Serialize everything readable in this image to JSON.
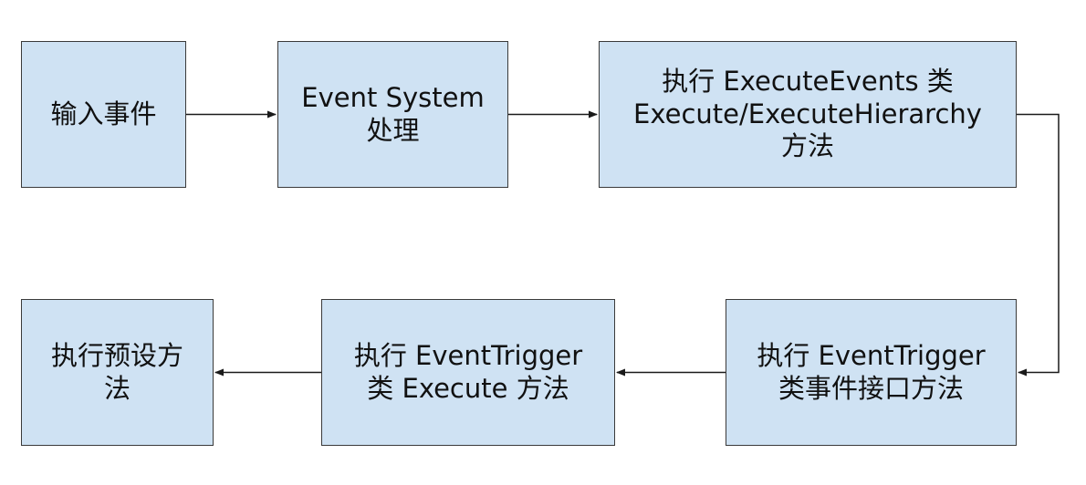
{
  "nodes": [
    {
      "id": "input-events",
      "label": "输入事件"
    },
    {
      "id": "event-system",
      "label": "Event System\n处理"
    },
    {
      "id": "execute-events",
      "label": "执行 ExecuteEvents 类\nExecute/ExecuteHierarchy\n方法"
    },
    {
      "id": "eventtrigger-interface",
      "label": "执行 EventTrigger\n类事件接口方法"
    },
    {
      "id": "eventtrigger-execute",
      "label": "执行 EventTrigger\n类 Execute 方法"
    },
    {
      "id": "preset-method",
      "label": "执行预设方\n法"
    }
  ],
  "edges": [
    {
      "from": "input-events",
      "to": "event-system"
    },
    {
      "from": "event-system",
      "to": "execute-events"
    },
    {
      "from": "execute-events",
      "to": "eventtrigger-interface"
    },
    {
      "from": "eventtrigger-interface",
      "to": "eventtrigger-execute"
    },
    {
      "from": "eventtrigger-execute",
      "to": "preset-method"
    }
  ],
  "colors": {
    "box_fill": "#cfe2f3",
    "box_border": "#3a3a3a",
    "arrow": "#1a1a1a",
    "text": "#111111"
  }
}
